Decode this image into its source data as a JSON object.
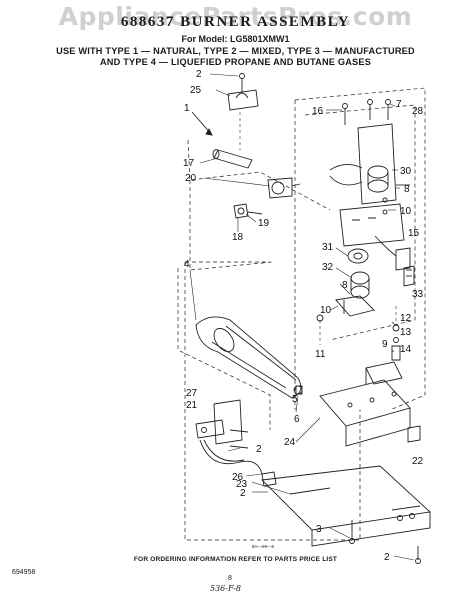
{
  "watermark": "AppliancePartsPros.com",
  "header": {
    "title": "688637 BURNER ASSEMBLY",
    "model_line": "For Model: LG5801XMW1",
    "usage_line_1": "USE WITH TYPE 1 — NATURAL, TYPE 2 — MIXED, TYPE 3 — MANUFACTURED",
    "usage_line_2": "AND TYPE 4 — LIQUEFIED PROPANE AND BUTANE GASES"
  },
  "callouts": {
    "c2a": "2",
    "c25": "25",
    "c1": "1",
    "c17": "17",
    "c20": "20",
    "c19": "19",
    "c18": "18",
    "c4": "4",
    "c16": "16",
    "c7": "7",
    "c28": "28",
    "c30": "30",
    "c8a": "8",
    "c10a": "10",
    "c15": "15",
    "c31": "31",
    "c32": "32",
    "c8b": "8",
    "c33": "33",
    "c10b": "10",
    "c12": "12",
    "c13": "13",
    "c9": "9",
    "c14": "14",
    "c11": "11",
    "c5": "5",
    "c6": "6",
    "c27": "27",
    "c21": "21",
    "c2b": "2",
    "c24": "24",
    "c22": "22",
    "c26": "26",
    "c23": "23",
    "c2c": "2",
    "c3": "3",
    "c2d": "2"
  },
  "footer": {
    "small_code": "8A—99—8",
    "ordering_note": "FOR ORDERING INFORMATION REFER TO PARTS PRICE LIST",
    "part_number": "694958",
    "page_number": "8",
    "handwritten_note": "536-F-8"
  }
}
